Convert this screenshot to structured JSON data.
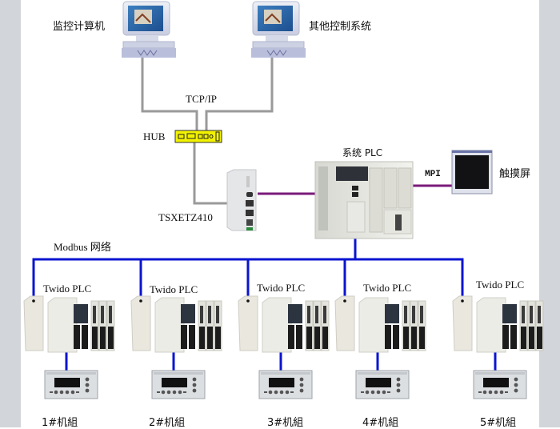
{
  "diagram": {
    "title": "",
    "colors": {
      "ethernet_line": "#9a9a9a",
      "mpi_line": "#7a1a7a",
      "modbus_line": "#0a14d0",
      "hub_fill": "#f2f200",
      "side_panel": "#d2d5da"
    },
    "computers": [
      {
        "id": "monitor-pc",
        "label": "监控计算机",
        "icon": "desktop-computer-icon"
      },
      {
        "id": "other-system-pc",
        "label": "其他控制系统",
        "icon": "desktop-computer-icon"
      }
    ],
    "network_labels": {
      "tcpip": "TCP/IP",
      "hub": "HUB",
      "ethernet_module": "TSXETZ410",
      "system_plc": "系统 PLC",
      "mpi": "MPI",
      "touchscreen": "触摸屏",
      "modbus": "Modbus  网络"
    },
    "units": [
      {
        "plc_label": "Twido PLC",
        "unit_label": "1#机組"
      },
      {
        "plc_label": "Twido PLC",
        "unit_label": "2#机組"
      },
      {
        "plc_label": "Twido PLC",
        "unit_label": "3#机組"
      },
      {
        "plc_label": "Twido PLC",
        "unit_label": "4#机組"
      },
      {
        "plc_label": "Twido PLC",
        "unit_label": "5#机組"
      }
    ]
  }
}
